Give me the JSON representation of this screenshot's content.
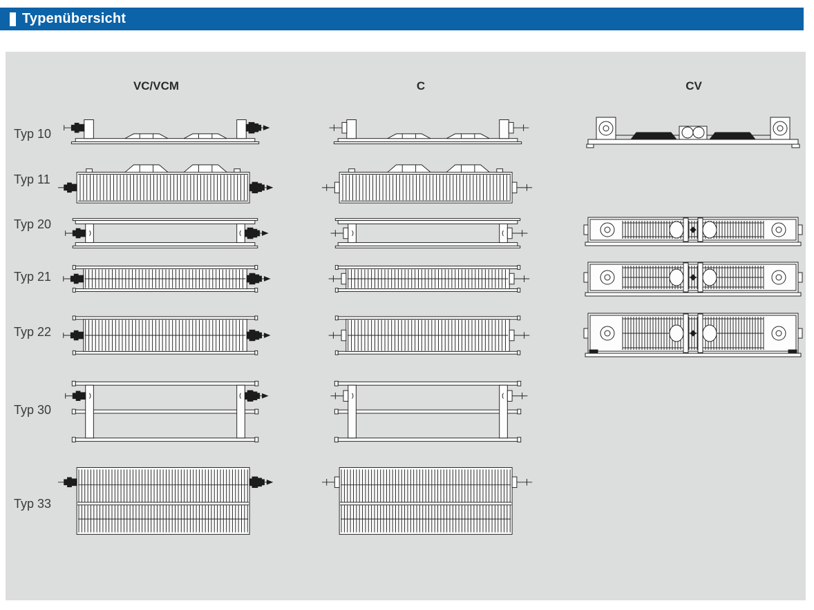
{
  "header": {
    "title": "Typenübersicht"
  },
  "colors": {
    "accent_blue": "#0c63a8",
    "panel_gray": "#dcdede",
    "drawing_line": "#232323"
  },
  "columns": [
    {
      "id": "vc",
      "label": "VC/VCM"
    },
    {
      "id": "c",
      "label": "C"
    },
    {
      "id": "cv",
      "label": "CV"
    }
  ],
  "rows": [
    {
      "label": "Typ 10",
      "type": 10,
      "variants": [
        "vc",
        "c",
        "cv"
      ]
    },
    {
      "label": "Typ 11",
      "type": 11,
      "variants": [
        "vc",
        "c"
      ]
    },
    {
      "label": "Typ 20",
      "type": 20,
      "variants": [
        "vc",
        "c",
        "cv"
      ]
    },
    {
      "label": "Typ 21",
      "type": 21,
      "variants": [
        "vc",
        "c",
        "cv"
      ]
    },
    {
      "label": "Typ 22",
      "type": 22,
      "variants": [
        "vc",
        "c",
        "cv"
      ]
    },
    {
      "label": "Typ 30",
      "type": 30,
      "variants": [
        "vc",
        "c"
      ]
    },
    {
      "label": "Typ 33",
      "type": 33,
      "variants": [
        "vc",
        "c"
      ]
    }
  ]
}
